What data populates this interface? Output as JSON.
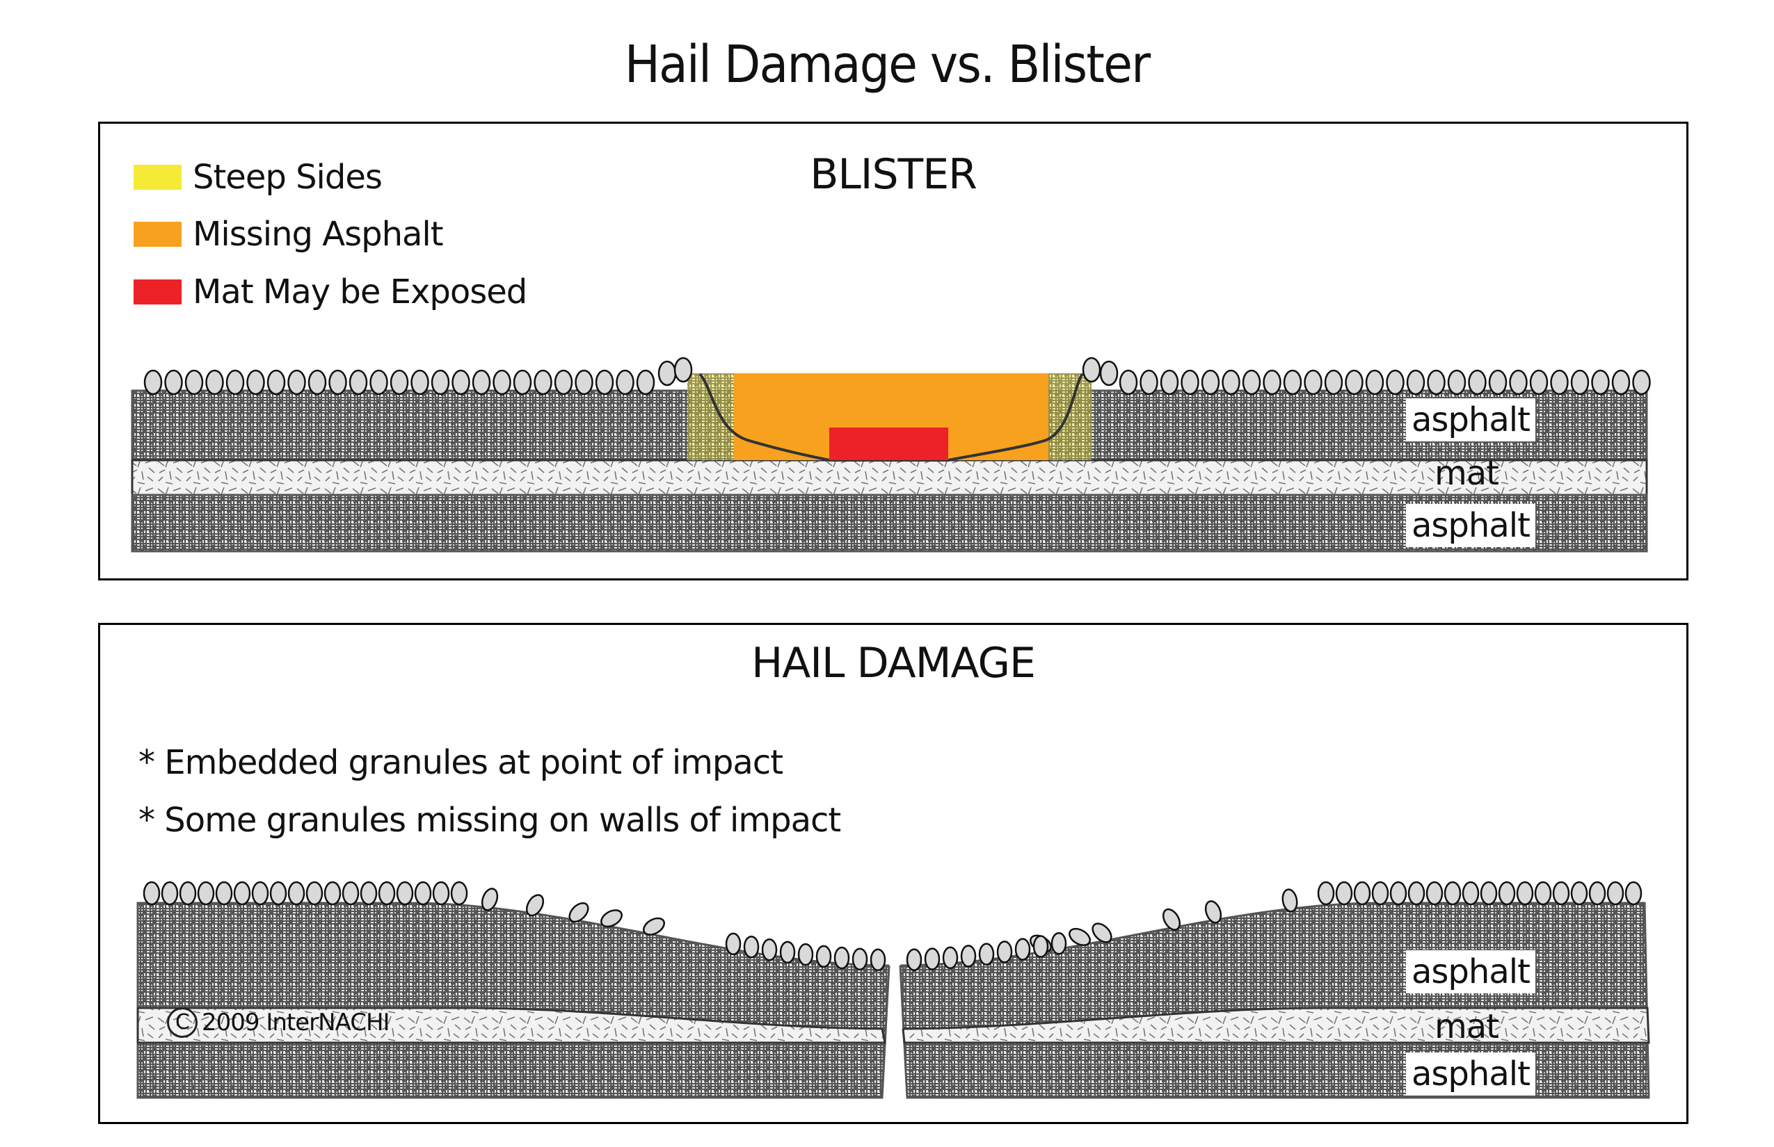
{
  "title": "Hail Damage vs. Blister",
  "colors": {
    "steep_sides": "#f5ea36",
    "missing_asphalt": "#f7a11e",
    "mat_exposed": "#ec2227",
    "asphalt": "#555555",
    "mat": "#f2f2f2",
    "granule": "#d9d9d9"
  },
  "blister": {
    "title": "BLISTER",
    "legend": [
      {
        "label": "Steep Sides",
        "color": "#f5ea36"
      },
      {
        "label": "Missing Asphalt",
        "color": "#f7a11e"
      },
      {
        "label": "Mat May be Exposed",
        "color": "#ec2227"
      }
    ],
    "layers": [
      "asphalt",
      "mat",
      "asphalt"
    ]
  },
  "hail": {
    "title": "HAIL DAMAGE",
    "bullets": [
      "* Embedded granules at point of impact",
      "* Some granules missing on walls of impact"
    ],
    "layers": [
      "asphalt",
      "mat",
      "asphalt"
    ],
    "copyright_symbol": "C",
    "copyright_text": "2009 InterNACHI"
  }
}
